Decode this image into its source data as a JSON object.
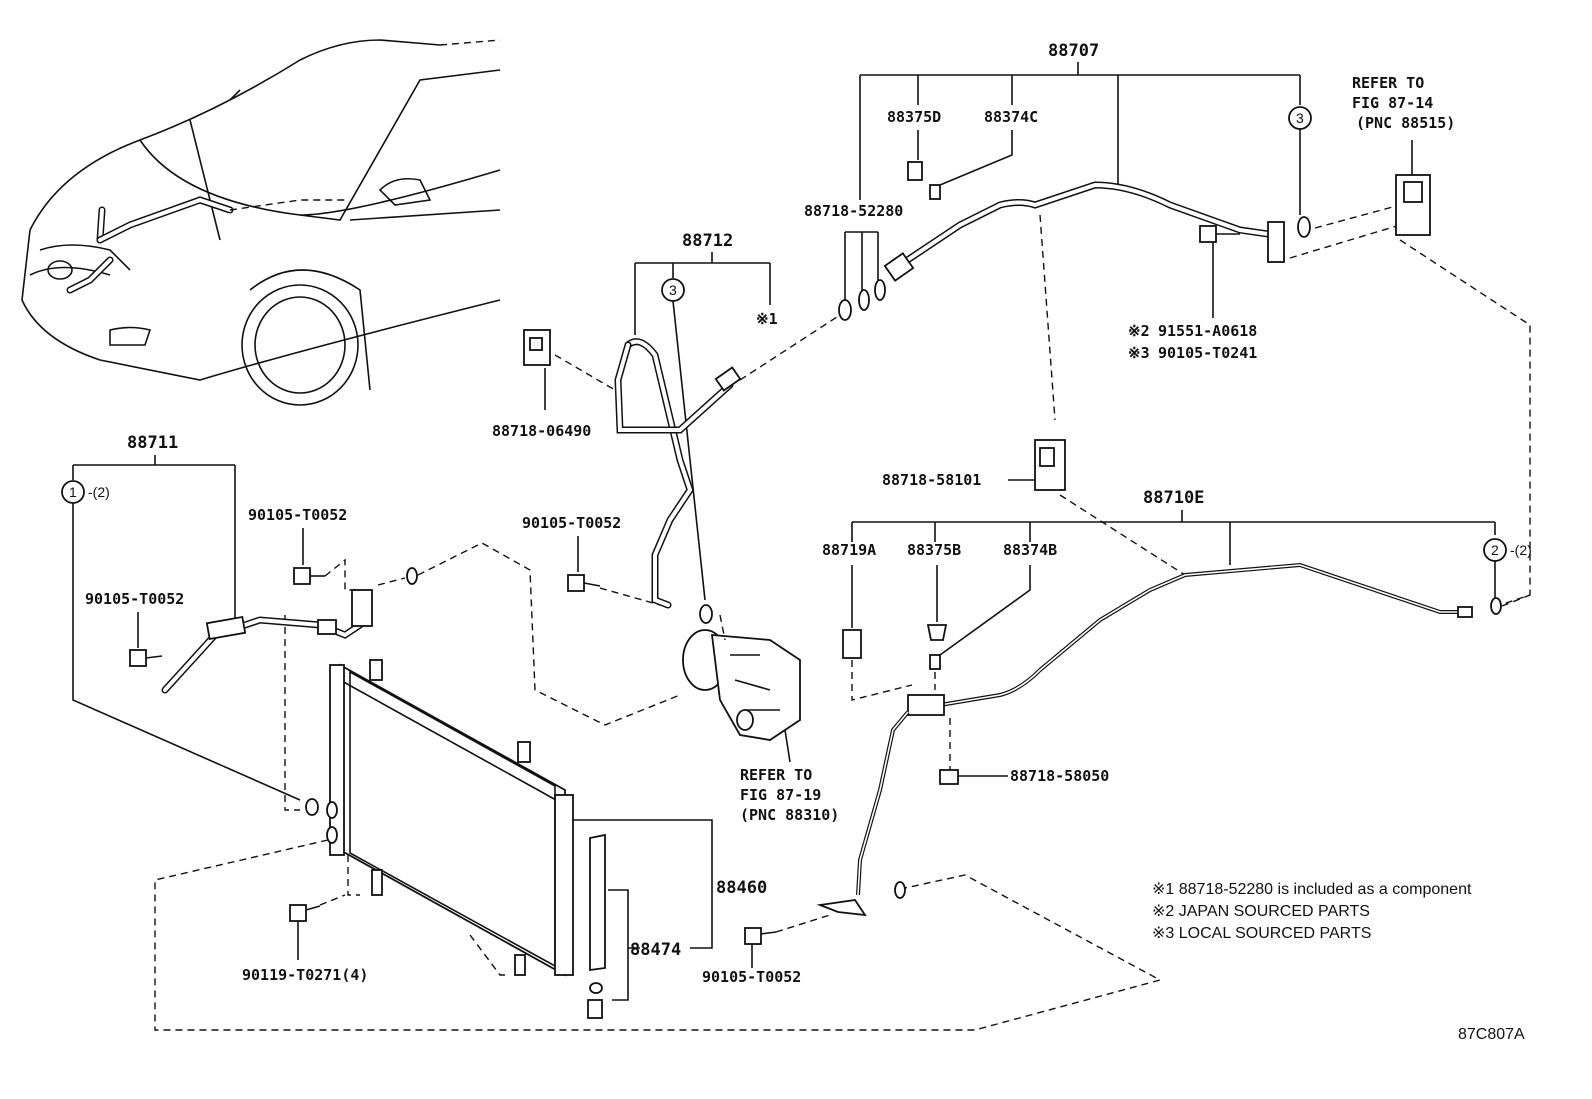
{
  "labels": {
    "p88707": "88707",
    "p88375D": "88375D",
    "p88374C": "88374C",
    "p88718_52280": "88718-52280",
    "p88712": "88712",
    "p88718_06490": "88718-06490",
    "p88711": "88711",
    "p90105_T0052_a": "90105-T0052",
    "p90105_T0052_b": "90105-T0052",
    "p90105_T0052_c": "90105-T0052",
    "p90105_T0052_d": "90105-T0052",
    "p88718_58101": "88718-58101",
    "p88710E": "88710E",
    "p88719A": "88719A",
    "p88375B": "88375B",
    "p88374B": "88374B",
    "p88718_58050": "88718-58050",
    "p88460": "88460",
    "p88474": "88474",
    "p90119_T0271": "90119-T0271(4)",
    "p91551_A0618": "91551-A0618",
    "p90105_T0241": "90105-T0241",
    "mark_x2": "※2",
    "mark_x3": "※3",
    "mark_x1": "※1"
  },
  "refer": {
    "top_line1": "REFER TO",
    "top_line2": "FIG 87-14",
    "top_line3": "(PNC 88515)",
    "comp_line1": "REFER TO",
    "comp_line2": "FIG 87-19",
    "comp_line3": "(PNC 88310)"
  },
  "circles": {
    "c1": "1",
    "c1_qty": "-(2)",
    "c2": "2",
    "c2_qty": "-(2)",
    "c3a": "3",
    "c3b": "3"
  },
  "notes": {
    "n1": "※1 88718-52280 is included as a component",
    "n2": "※2 JAPAN SOURCED PARTS",
    "n3": "※3 LOCAL SOURCED PARTS"
  },
  "figure_id": "87C807A"
}
